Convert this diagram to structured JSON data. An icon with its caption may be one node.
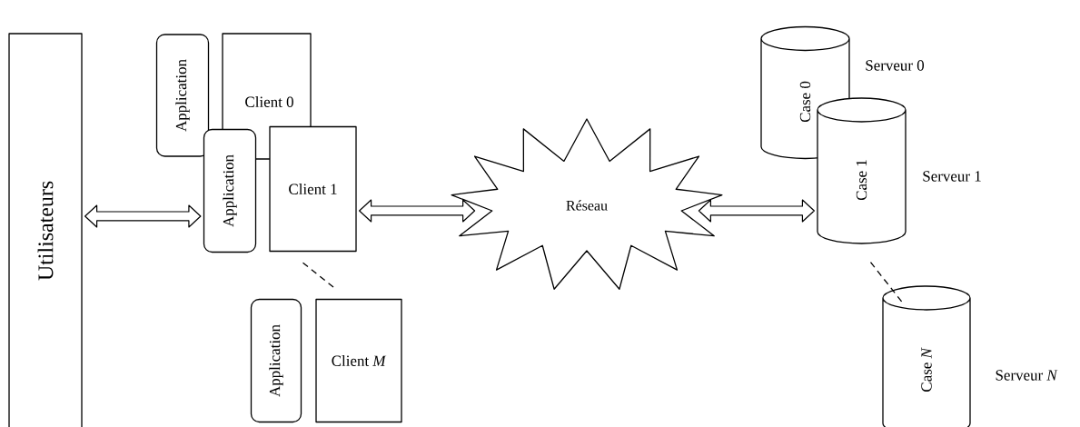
{
  "diagram": {
    "nodes": [
      {
        "text": [
          "Utilisateurs"
        ]
      },
      {
        "text": [
          "Client 0"
        ]
      },
      {
        "text": [
          "Application"
        ]
      },
      {
        "text": [
          "Client 1"
        ]
      },
      {
        "text": [
          "Application"
        ]
      },
      {
        "text": [
          "Client *M*"
        ]
      },
      {
        "text": [
          "Application"
        ]
      },
      {
        "text": [
          "Réseau"
        ]
      },
      {
        "text": [
          "Case 0"
        ],
        "beside": [
          "Serveur 0"
        ]
      },
      {
        "text": [
          "Case 1"
        ],
        "beside": [
          "Serveur 1"
        ]
      },
      {
        "text": [
          "Case *N*"
        ],
        "beside": [
          "Serveur *N*"
        ]
      }
    ],
    "edges": [
      {
        "from": 0,
        "to": 4,
        "arrow": "both"
      },
      {
        "from": 3,
        "to": 7,
        "arrow": "both"
      },
      {
        "from": 7,
        "to": 9,
        "arrow": "both"
      },
      {
        "from": 3,
        "to": 5,
        "arrow": "none",
        "style": "dashed"
      },
      {
        "from": 9,
        "to": 10,
        "arrow": "none",
        "style": "dashed"
      }
    ]
  }
}
